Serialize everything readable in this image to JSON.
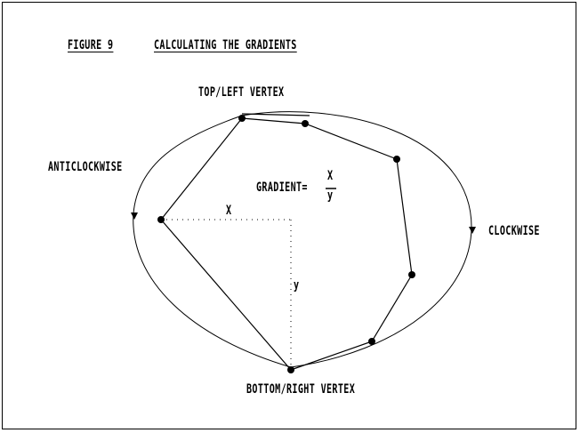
{
  "figure": {
    "number_label": "FIGURE 9",
    "title": "CALCULATING THE GRADIENTS"
  },
  "labels": {
    "top_left_vertex": "TOP/LEFT VERTEX",
    "bottom_right_vertex": "BOTTOM/RIGHT VERTEX",
    "anticlockwise": "ANTICLOCKWISE",
    "clockwise": "CLOCKWISE",
    "x": "X",
    "y": "y"
  },
  "formula": {
    "lhs": "GRADIENT=",
    "numerator": "X",
    "denominator": "y"
  }
}
